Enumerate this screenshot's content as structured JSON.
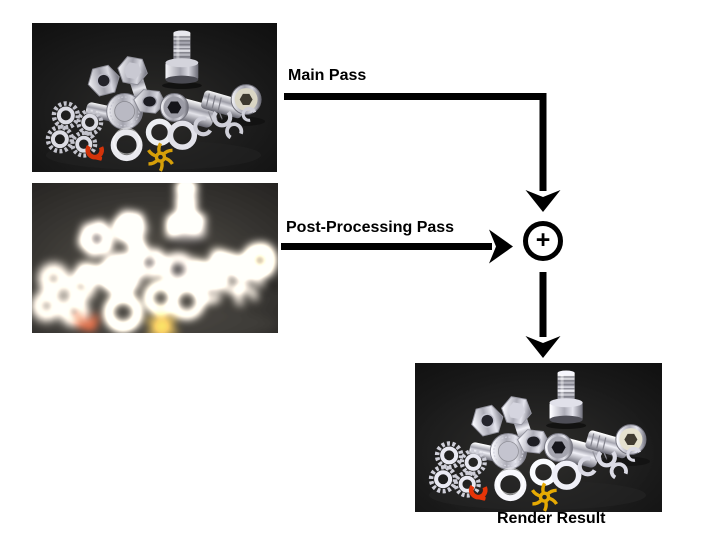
{
  "diagram": {
    "type": "render-pipeline-flow",
    "nodes": {
      "main_pass": {
        "label": "Main Pass",
        "description": "sharp 3d render of bolts, nuts, washers on dark background"
      },
      "post_pass": {
        "label": "Post-Processing Pass",
        "description": "blurred bloom pass of the same bolts scene"
      },
      "combine": {
        "symbol": "+"
      },
      "result": {
        "label": "Render Result",
        "description": "final combined render of bolts, nuts, washers"
      }
    },
    "edges": [
      {
        "from": "main_pass",
        "to": "combine"
      },
      {
        "from": "post_pass",
        "to": "combine"
      },
      {
        "from": "combine",
        "to": "result"
      }
    ],
    "colors": {
      "arrow": "#000000",
      "label_text": "#000000",
      "page_background": "#ffffff",
      "scene_background": "#181818",
      "metal_highlight": "#f2f2f6",
      "metal_shadow": "#5a5a62",
      "red_clip": "#d3330a",
      "gold_washer": "#d7a009"
    }
  }
}
